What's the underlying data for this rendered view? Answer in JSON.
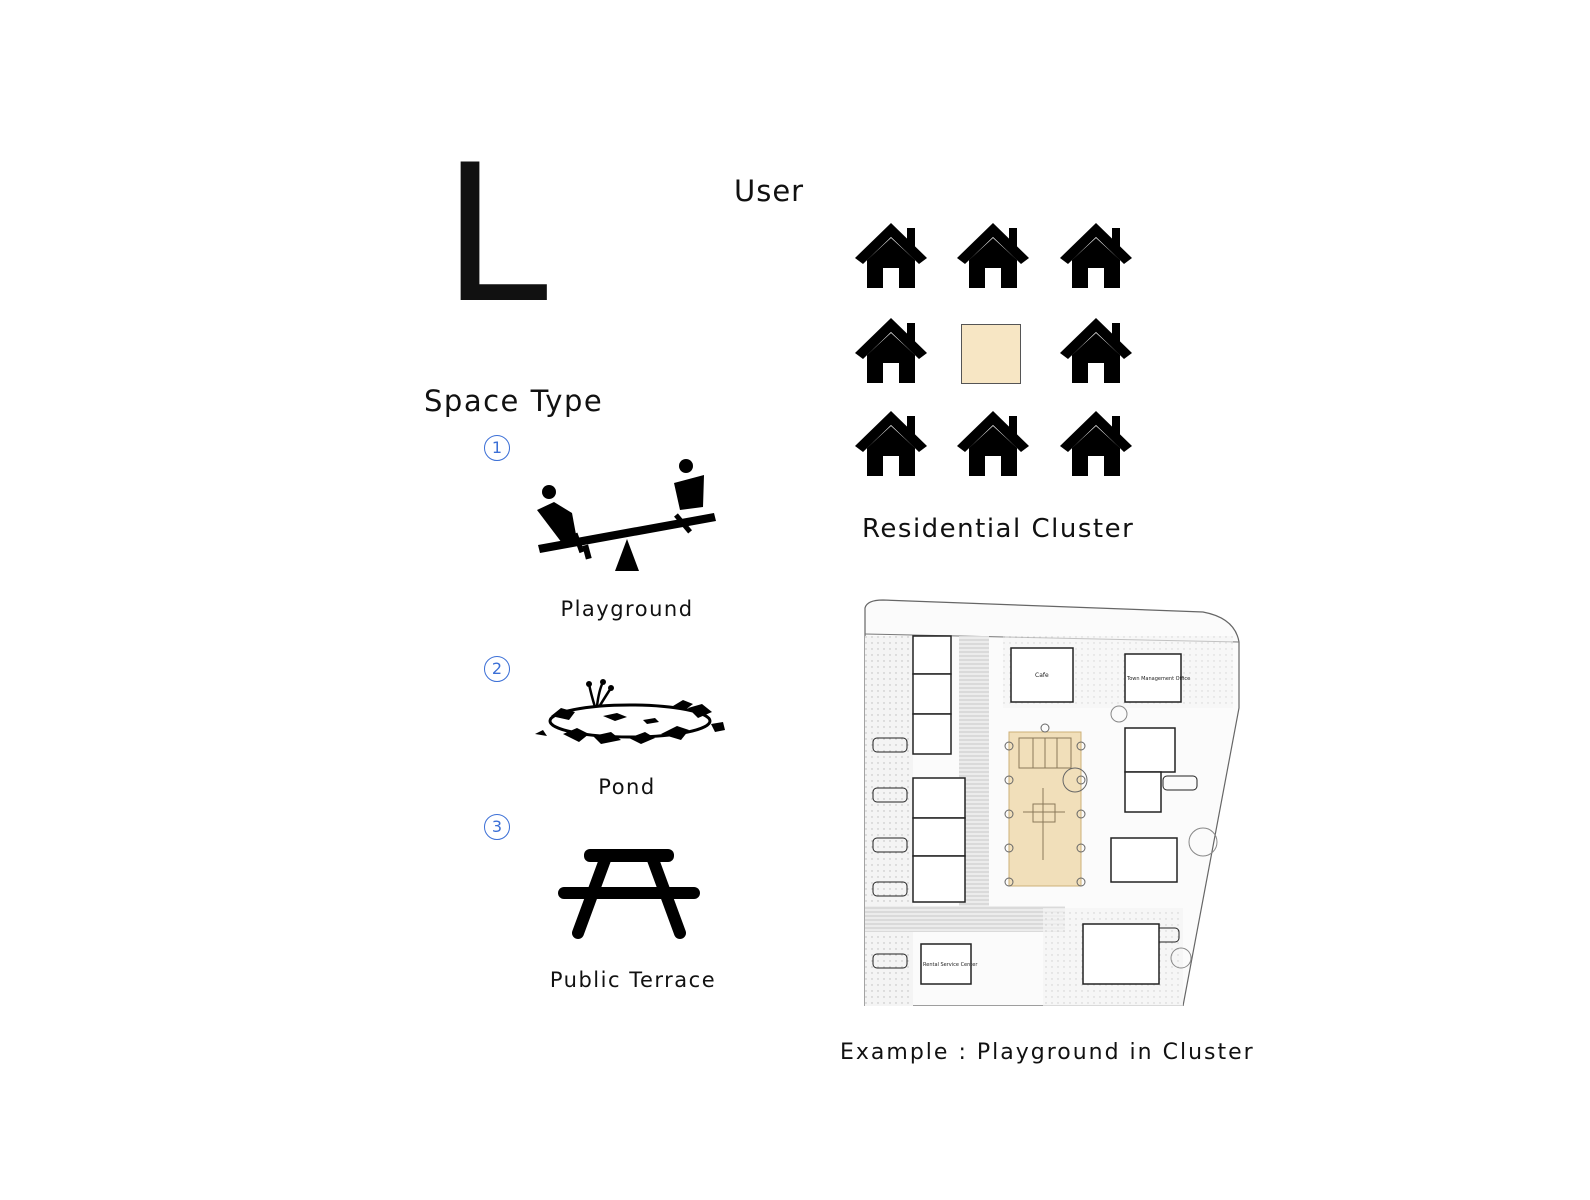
{
  "header": {
    "big_letter": "L",
    "user_heading": "User"
  },
  "space_type": {
    "heading": "Space Type",
    "items": [
      {
        "number": "1",
        "label": "Playground",
        "icon": "seesaw-icon"
      },
      {
        "number": "2",
        "label": "Pond",
        "icon": "pond-icon"
      },
      {
        "number": "3",
        "label": "Public Terrace",
        "icon": "picnic-table-icon"
      }
    ]
  },
  "user": {
    "cluster_label": "Residential Cluster",
    "center_color": "#f7e6c4"
  },
  "example": {
    "caption": "Example : Playground in Cluster",
    "plan_labels": {
      "cafe": "Cafe",
      "town_office": "Town Management Office",
      "rental": "Rental Service Center"
    },
    "highlight_color": "#f0dcb4"
  }
}
